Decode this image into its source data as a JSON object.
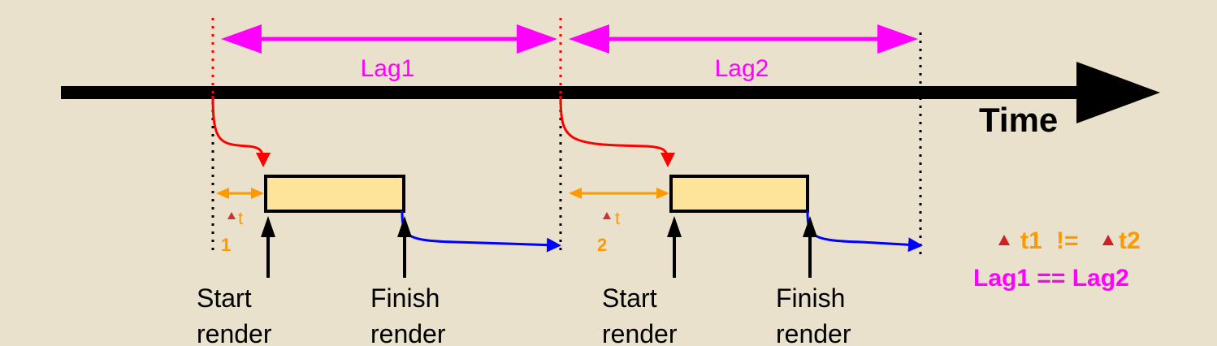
{
  "time_label": "Time",
  "lags": [
    {
      "label": "Lag1",
      "delta_label": "t",
      "delta_sub": "1"
    },
    {
      "label": "Lag2",
      "delta_label": "t",
      "delta_sub": "2"
    }
  ],
  "render_labels": {
    "start_line1": "Start",
    "start_line2": "render",
    "finish_line1": "Finish",
    "finish_line2": "render"
  },
  "conclusion": {
    "delta1": "t1",
    "neq": "!=",
    "delta2": "t2",
    "lag_eq": "Lag1 == Lag2"
  },
  "colors": {
    "background": "#e9e1cb",
    "lag": "#ff00ff",
    "delta": "#ff9900",
    "request_arrow": "#ff0000",
    "output_arrow": "#0000ff",
    "render_box": "#fde49a"
  }
}
